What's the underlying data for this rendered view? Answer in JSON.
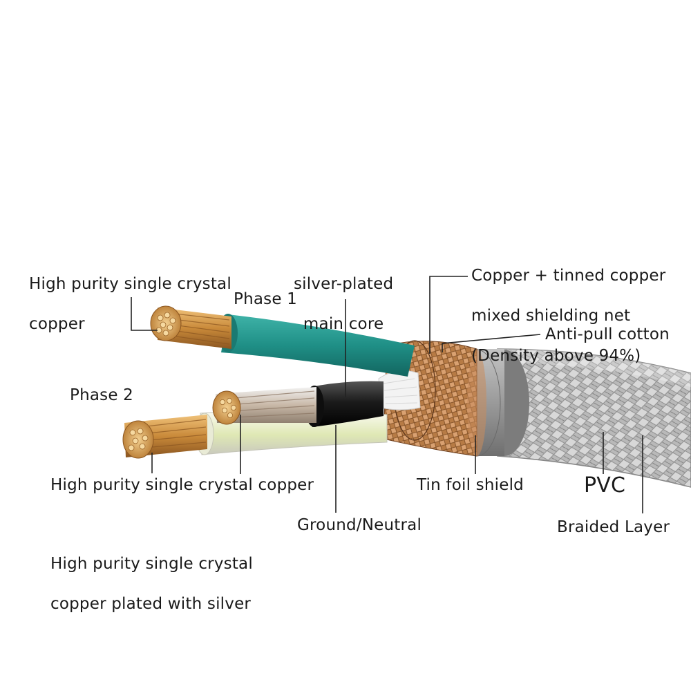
{
  "labels": {
    "core_top_copper": [
      "High purity single crystal",
      "copper"
    ],
    "phase1": "Phase 1",
    "silver_core": [
      "silver-plated",
      "main core"
    ],
    "shield_net": [
      "Copper + tinned copper",
      "mixed shielding net",
      "(Density above 94%)"
    ],
    "anti_pull": "Anti-pull cotton",
    "phase2": "Phase 2",
    "core_mid_copper": "High purity single crystal copper",
    "tin_foil": "Tin foil shield",
    "pvc": "PVC",
    "ground_neutral": "Ground/Neutral",
    "braided": "Braided Layer",
    "core_silver_copper": [
      "High purity single crystal",
      "copper plated with silver"
    ]
  },
  "colors": {
    "phase1_insulation": "#1f8f86",
    "ground_insulation": "#e6ecd2",
    "ground_stripe": "#c9d84a",
    "main_core_insulation": "#1b1b1b",
    "copper": "#c98a3a",
    "silver": "#c9c9c9",
    "braid": "#b7b7b7",
    "pvc_band": "#9d9d9d",
    "cotton": "#f2f2f2",
    "leader_line": "#222222"
  }
}
